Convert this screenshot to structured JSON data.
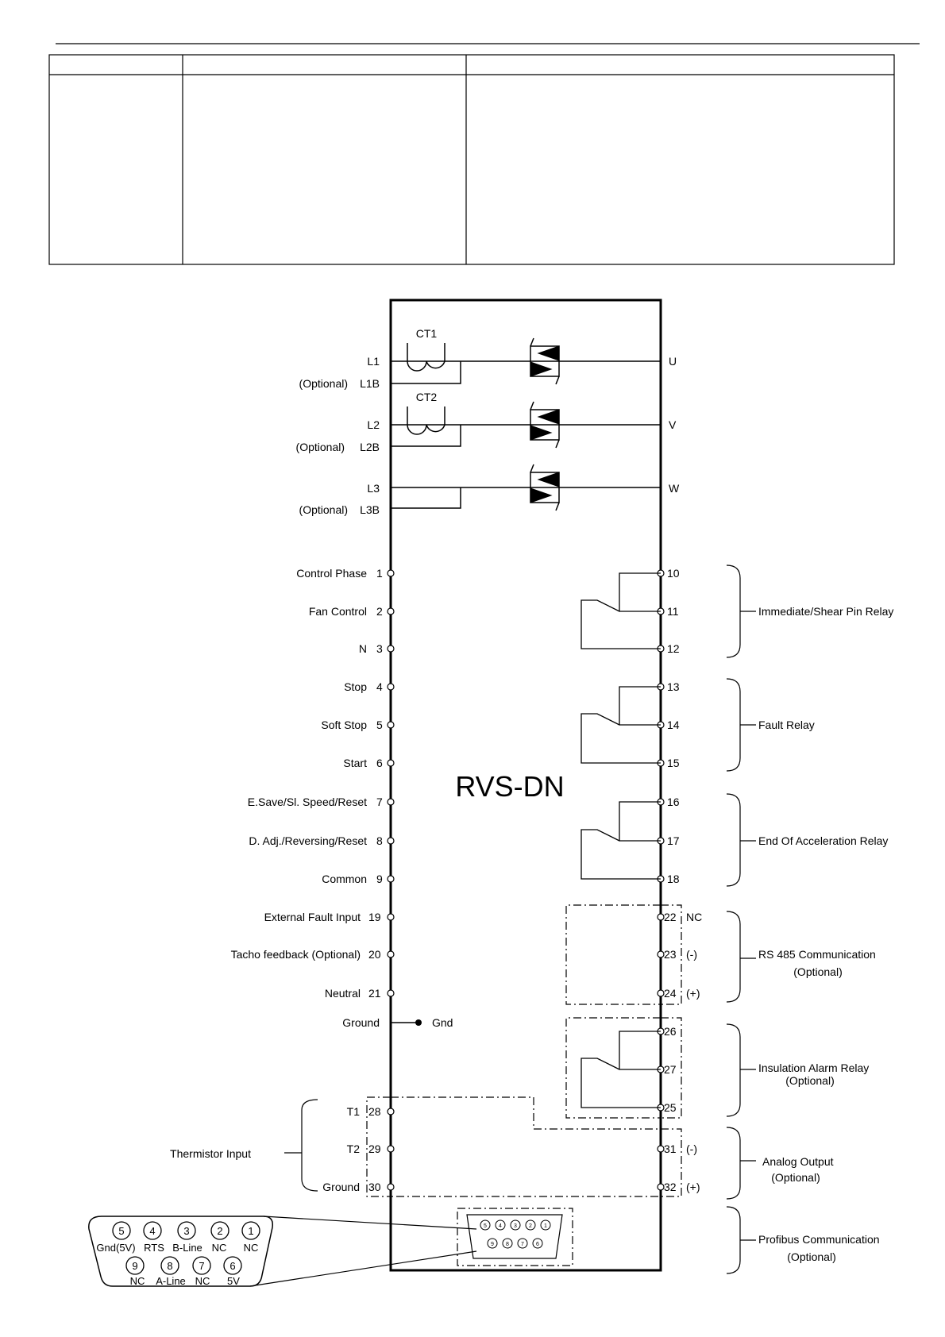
{
  "device_name": "RVS-DN",
  "power": {
    "optional": "(Optional)",
    "ct": [
      "CT1",
      "CT2"
    ],
    "lines": [
      {
        "in": "L1",
        "bypass": "L1B",
        "out": "U"
      },
      {
        "in": "L2",
        "bypass": "L2B",
        "out": "V"
      },
      {
        "in": "L3",
        "bypass": "L3B",
        "out": "W"
      }
    ]
  },
  "left_terminals": [
    {
      "label": "Control Phase",
      "num": "1"
    },
    {
      "label": "Fan Control",
      "num": "2"
    },
    {
      "label": "N",
      "num": "3"
    },
    {
      "label": "Stop",
      "num": "4"
    },
    {
      "label": "Soft Stop",
      "num": "5"
    },
    {
      "label": "Start",
      "num": "6"
    },
    {
      "label": "E.Save/Sl. Speed/Reset",
      "num": "7"
    },
    {
      "label": "D. Adj./Reversing/Reset",
      "num": "8"
    },
    {
      "label": "Common",
      "num": "9"
    },
    {
      "label": "External Fault Input",
      "num": "19"
    },
    {
      "label": "Tacho feedback (Optional)",
      "num": "20"
    },
    {
      "label": "Neutral",
      "num": "21"
    }
  ],
  "ground": {
    "label": "Ground",
    "gnd": "Gnd"
  },
  "thermistor": {
    "title": "Thermistor Input",
    "terminals": [
      {
        "label": "T1",
        "num": "28"
      },
      {
        "label": "T2",
        "num": "29"
      },
      {
        "label": "Ground",
        "num": "30"
      }
    ]
  },
  "right_terminals": [
    {
      "num": "10",
      "suffix": ""
    },
    {
      "num": "11",
      "suffix": ""
    },
    {
      "num": "12",
      "suffix": ""
    },
    {
      "num": "13",
      "suffix": ""
    },
    {
      "num": "14",
      "suffix": ""
    },
    {
      "num": "15",
      "suffix": ""
    },
    {
      "num": "16",
      "suffix": ""
    },
    {
      "num": "17",
      "suffix": ""
    },
    {
      "num": "18",
      "suffix": ""
    },
    {
      "num": "22",
      "suffix": "NC"
    },
    {
      "num": "23",
      "suffix": "(-)"
    },
    {
      "num": "24",
      "suffix": "(+)"
    },
    {
      "num": "26",
      "suffix": ""
    },
    {
      "num": "27",
      "suffix": ""
    },
    {
      "num": "25",
      "suffix": ""
    },
    {
      "num": "31",
      "suffix": "(-)"
    },
    {
      "num": "32",
      "suffix": "(+)"
    }
  ],
  "groups": [
    {
      "label": "Immediate/Shear Pin Relay",
      "sub": ""
    },
    {
      "label": "Fault Relay",
      "sub": ""
    },
    {
      "label": "End Of Acceleration Relay",
      "sub": ""
    },
    {
      "label": "RS 485 Communication",
      "sub": "(Optional)"
    },
    {
      "label": "Insulation Alarm Relay",
      "sub": "(Optional)"
    },
    {
      "label": "Analog Output",
      "sub": "(Optional)"
    },
    {
      "label": "Profibus Communication",
      "sub": "(Optional)"
    }
  ],
  "connector": {
    "top": [
      {
        "num": "5",
        "label": "Gnd(5V)"
      },
      {
        "num": "4",
        "label": "RTS"
      },
      {
        "num": "3",
        "label": "B-Line"
      },
      {
        "num": "2",
        "label": "NC"
      },
      {
        "num": "1",
        "label": "NC"
      }
    ],
    "bottom": [
      {
        "num": "9",
        "label": "NC"
      },
      {
        "num": "8",
        "label": "A-Line"
      },
      {
        "num": "7",
        "label": "NC"
      },
      {
        "num": "6",
        "label": "5V"
      }
    ],
    "mini_top": [
      "5",
      "4",
      "3",
      "2",
      "1"
    ],
    "mini_bottom": [
      "9",
      "8",
      "7",
      "6"
    ]
  }
}
